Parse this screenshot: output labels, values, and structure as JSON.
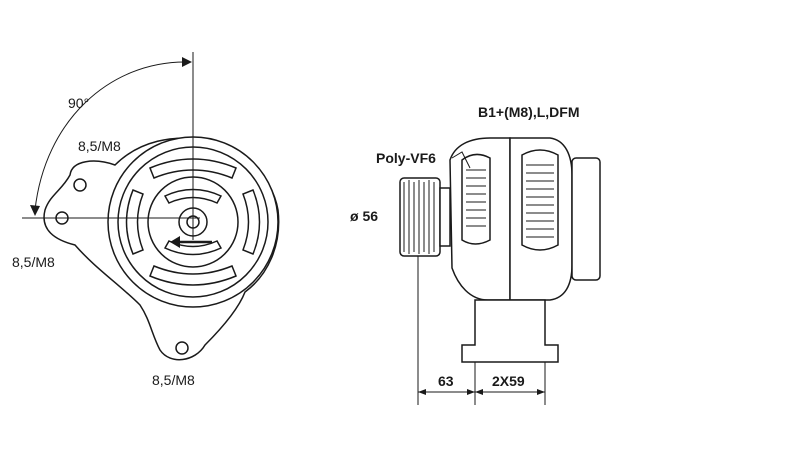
{
  "labels": {
    "angle": "90°",
    "bolt_top": "8,5/M8",
    "bolt_left": "8,5/M8",
    "bolt_bottom": "8,5/M8",
    "terminals": "B1+(M8),L,DFM",
    "pulley": "Poly-VF6",
    "diameter": "ø 56",
    "dim_63": "63",
    "dim_2x59": "2X59"
  }
}
